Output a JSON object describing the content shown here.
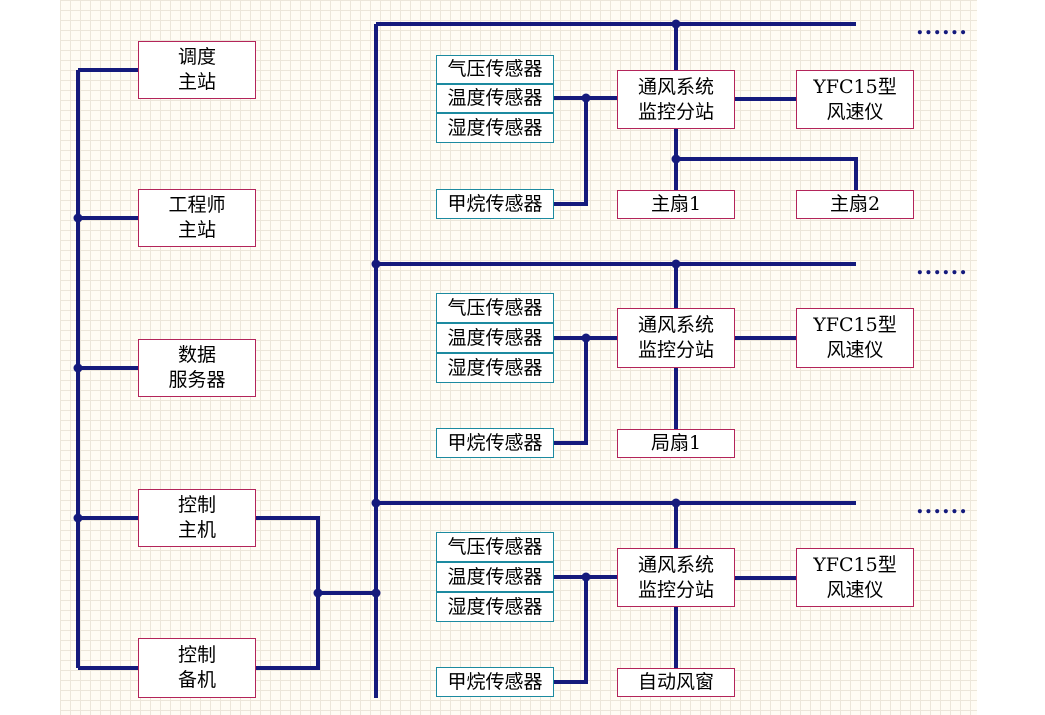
{
  "colors": {
    "wire": "#141a7c",
    "box_border_main": "#b3245a",
    "box_border_sensor": "#1c8aa0",
    "grid": "#ece6da"
  },
  "left_column": [
    {
      "label": "调度\n主站"
    },
    {
      "label": "工程师\n主站"
    },
    {
      "label": "数据\n服务器"
    },
    {
      "label": "控制\n主机"
    },
    {
      "label": "控制\n备机"
    }
  ],
  "continuation": "......",
  "stations": [
    {
      "sensors": [
        "气压传感器",
        "温度传感器",
        "湿度传感器"
      ],
      "methane": "甲烷传感器",
      "substation": "通风系统\n监控分站",
      "anemometer": "YFC15型\n风速仪",
      "devices": [
        "主扇1",
        "主扇2"
      ]
    },
    {
      "sensors": [
        "气压传感器",
        "温度传感器",
        "湿度传感器"
      ],
      "methane": "甲烷传感器",
      "substation": "通风系统\n监控分站",
      "anemometer": "YFC15型\n风速仪",
      "devices": [
        "局扇1"
      ]
    },
    {
      "sensors": [
        "气压传感器",
        "温度传感器",
        "湿度传感器"
      ],
      "methane": "甲烷传感器",
      "substation": "通风系统\n监控分站",
      "anemometer": "YFC15型\n风速仪",
      "devices": [
        "自动风窗"
      ]
    }
  ]
}
